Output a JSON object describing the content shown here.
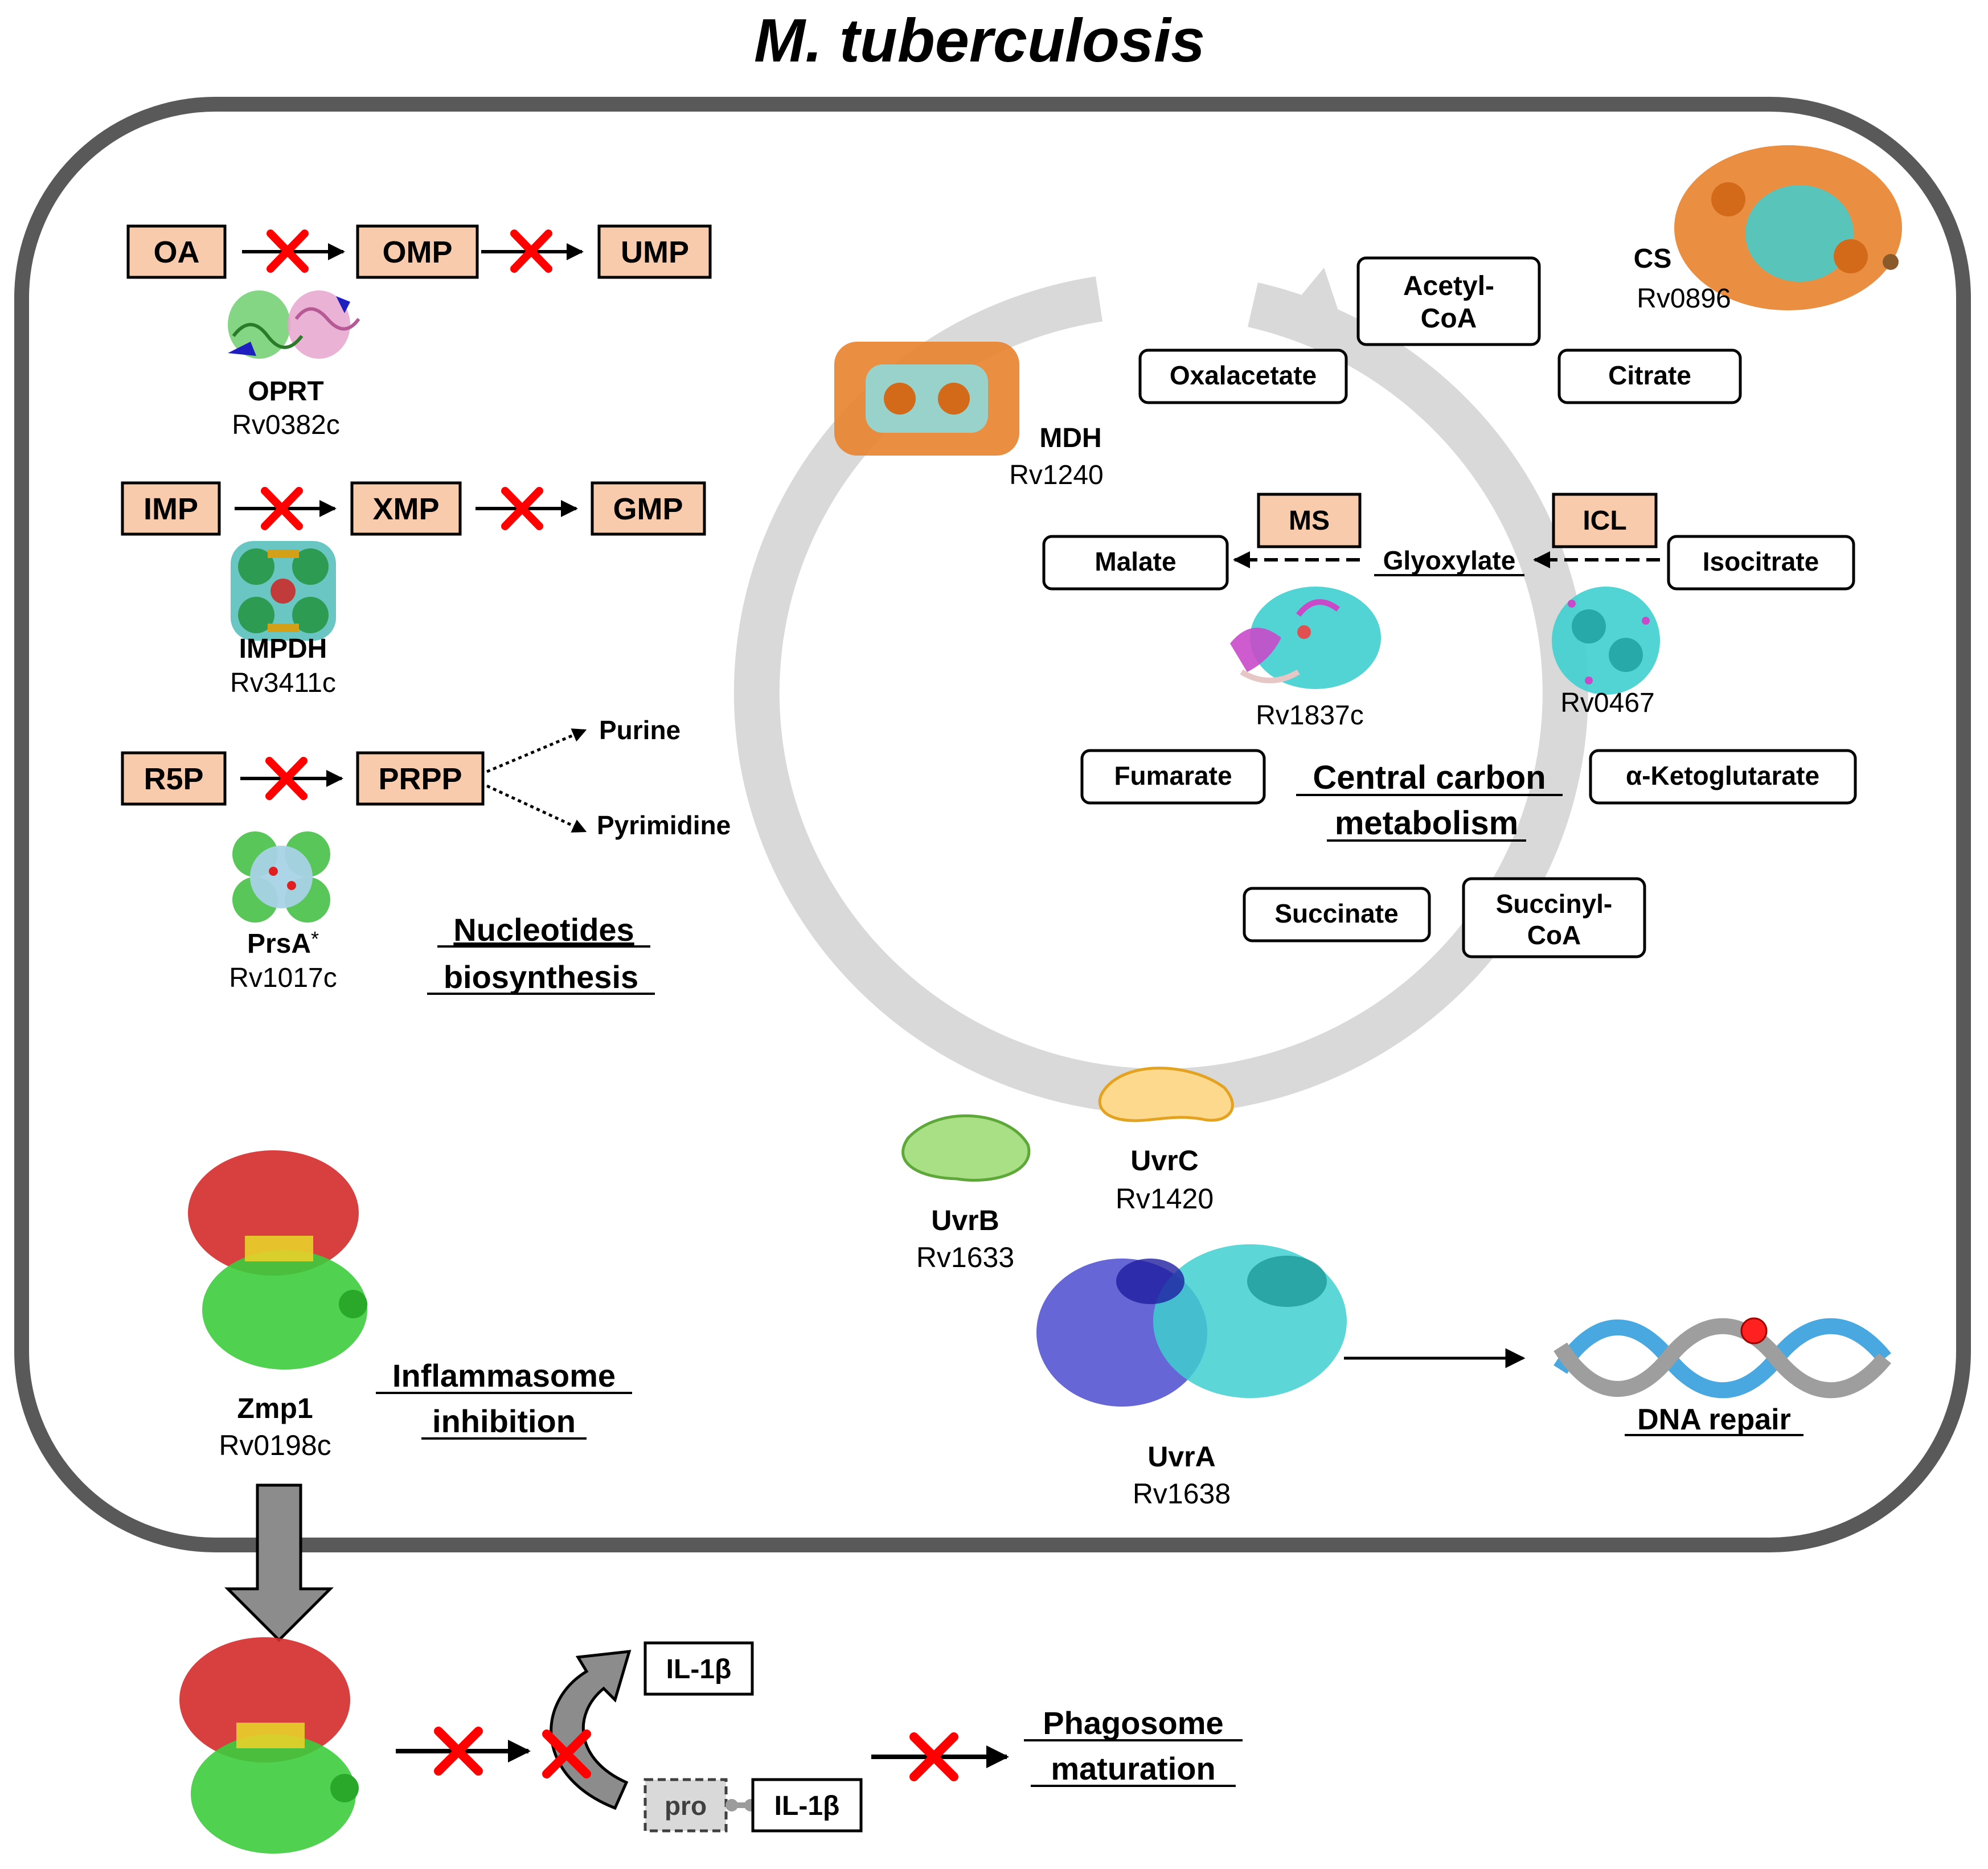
{
  "title": "M. tuberculosis",
  "colors": {
    "enzyme_box": "#f9cbad",
    "cross": "#ff0000",
    "cell_wall": "#595959",
    "cycle": "#d9d9d9"
  },
  "nucleotides": {
    "heading": [
      "Nucleotides",
      "biosynthesis"
    ],
    "rows": [
      {
        "boxes": [
          "OA",
          "OMP",
          "UMP"
        ],
        "enzyme": "OPRT",
        "gene": "Rv0382c"
      },
      {
        "boxes": [
          "IMP",
          "XMP",
          "GMP"
        ],
        "enzyme": "IMPDH",
        "gene": "Rv3411c"
      },
      {
        "boxes": [
          "R5P",
          "PRPP"
        ],
        "enzyme": "PrsA",
        "enzyme_mark": "*",
        "gene": "Rv1017c",
        "products": [
          "Purine",
          "Pyrimidine"
        ]
      }
    ]
  },
  "ccm": {
    "heading": [
      "Central carbon",
      "metabolism"
    ],
    "metabolites": {
      "acetyl_coa": [
        "Acetyl-",
        "CoA"
      ],
      "citrate": "Citrate",
      "oxalacetate": "Oxalacetate",
      "isocitrate": "Isocitrate",
      "glyoxylate": "Glyoxylate",
      "malate": "Malate",
      "fumarate": "Fumarate",
      "ketoglutarate": "α-Ketoglutarate",
      "succinate": "Succinate",
      "succinyl_coa": [
        "Succinyl-",
        "CoA"
      ]
    },
    "enzymes": {
      "ms": "MS",
      "icl": "ICL",
      "ms_gene": "Rv1837c",
      "icl_gene": "Rv0467",
      "mdh": "MDH",
      "mdh_gene": "Rv1240",
      "cs": "CS",
      "cs_gene": "Rv0896"
    }
  },
  "dna_repair": {
    "heading": "DNA repair",
    "uvrb": {
      "name": "UvrB",
      "gene": "Rv1633"
    },
    "uvrc": {
      "name": "UvrC",
      "gene": "Rv1420"
    },
    "uvra": {
      "name": "UvrA",
      "gene": "Rv1638"
    }
  },
  "inflammasome": {
    "heading": [
      "Inflammasome",
      "inhibition"
    ],
    "enzyme": "Zmp1",
    "gene": "Rv0198c"
  },
  "host": {
    "il1b": "IL-1β",
    "pro": "pro",
    "heading": [
      "Phagosome",
      "maturation"
    ]
  }
}
